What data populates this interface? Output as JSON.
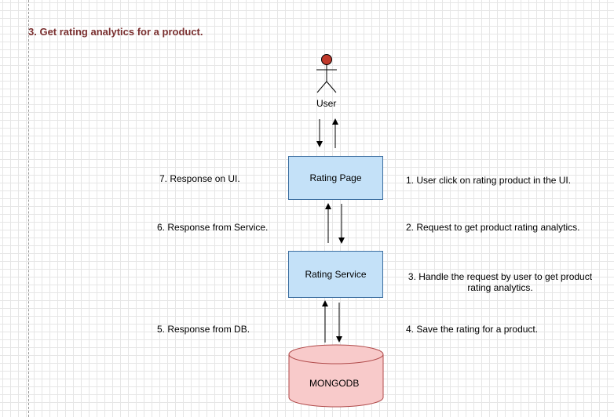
{
  "title": "3. Get rating analytics for a product.",
  "actor": {
    "label": "User",
    "head_color": "#c0392b"
  },
  "nodes": {
    "rating_page": "Rating Page",
    "rating_service": "Rating Service",
    "database": "MONGODB"
  },
  "steps_right": {
    "step1": "1. User click on rating product in the UI.",
    "step2": "2. Request to get product rating analytics.",
    "step3_line1": "3. Handle the request by user to get product",
    "step3_line2": "rating analytics.",
    "step4": "4. Save the rating for a product."
  },
  "steps_left": {
    "step5": "5. Response from DB.",
    "step6": "6. Response from Service.",
    "step7": "7. Response on UI."
  },
  "colors": {
    "box_fill": "#c4e1f8",
    "db_fill": "#f8caca",
    "title": "#7a3030"
  }
}
